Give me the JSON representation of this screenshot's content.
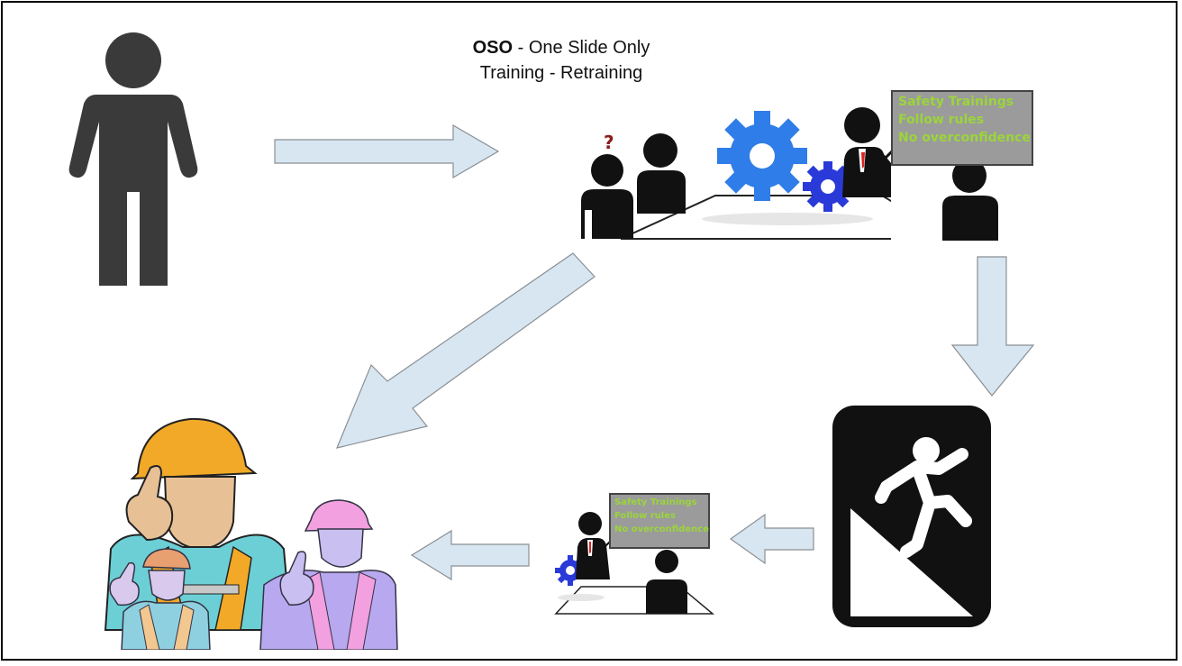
{
  "header": {
    "title_bold": "OSO",
    "title_rest": " - One Slide Only",
    "subtitle": "Training - Retraining"
  },
  "board_top": {
    "lines": [
      "Safety Trainings",
      "Follow rules",
      "No overconfidence"
    ]
  },
  "board_small": {
    "lines": [
      "Safety Trainings",
      "Follow rules",
      "No overconfidence"
    ]
  },
  "question_mark": "?",
  "colors": {
    "arrow_fill": "#d7e6f1",
    "arrow_stroke": "#8a8f94",
    "figure": "#3a3a3a",
    "board_bg": "#9b9b9b",
    "board_text": "#9bd53a",
    "gear_blue": "#2f7de8",
    "gear_dark": "#2a3ad8",
    "tie_red": "#d22"
  },
  "icons": [
    "person-icon",
    "meeting-icon",
    "gear-icon",
    "fall-hazard-icon",
    "workers-thumbs-up-icon"
  ]
}
